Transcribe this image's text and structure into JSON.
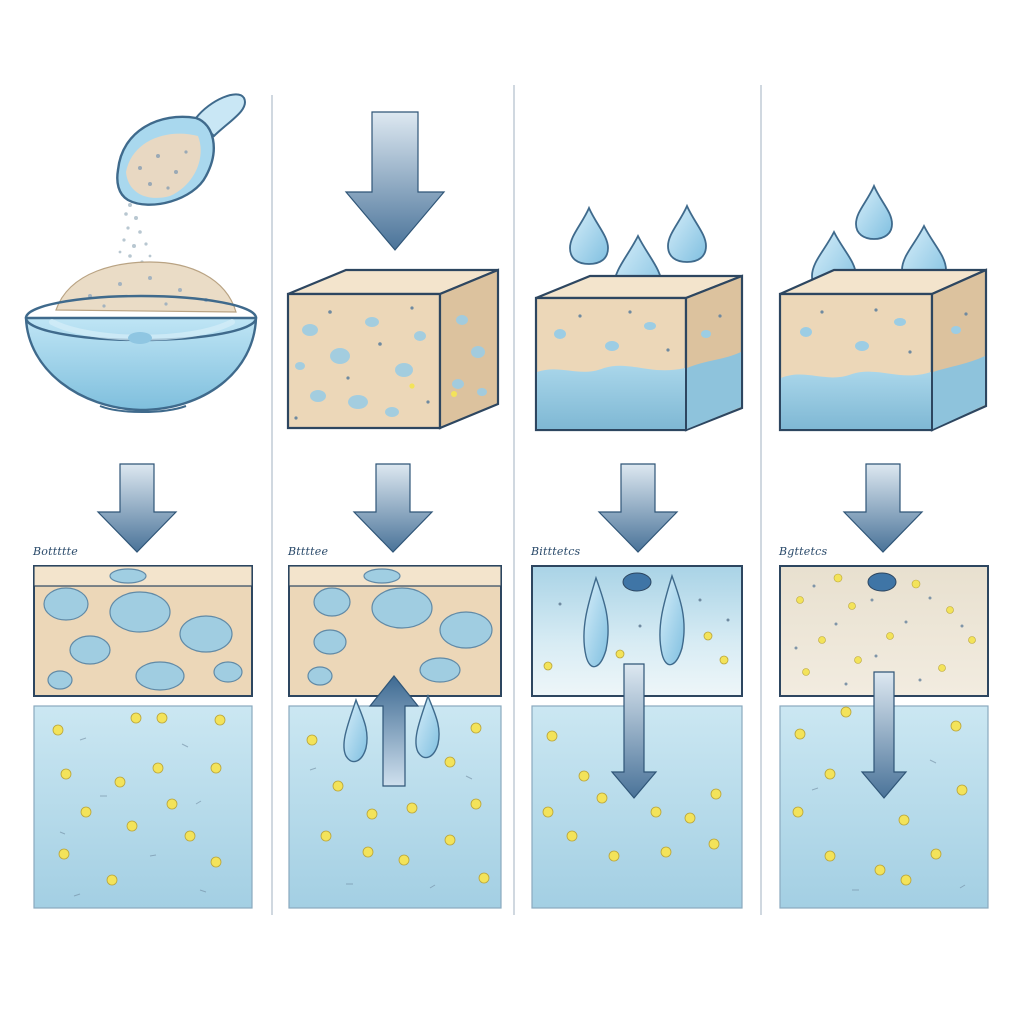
{
  "labels": [
    "Bottttte",
    "Bttttee",
    "Bitttetcs",
    "Bgttetcs"
  ],
  "colors": {
    "divider": "#c4cfd8",
    "arrow_dark": "#4a7399",
    "arrow_light": "#dde8f1",
    "arrow_stroke": "#2f5577",
    "sand": "#ecd7b8",
    "sand_top": "#f3e4cc",
    "sand_side": "#dcc29e",
    "water": "#bfe0ee",
    "water_deep": "#8fc4dc",
    "bubble": "#9ccde4",
    "drop": "#a6d6ee",
    "particle": "#f3e35a",
    "bowl": "#a9d8ee",
    "outline": "#3f6a8c"
  }
}
